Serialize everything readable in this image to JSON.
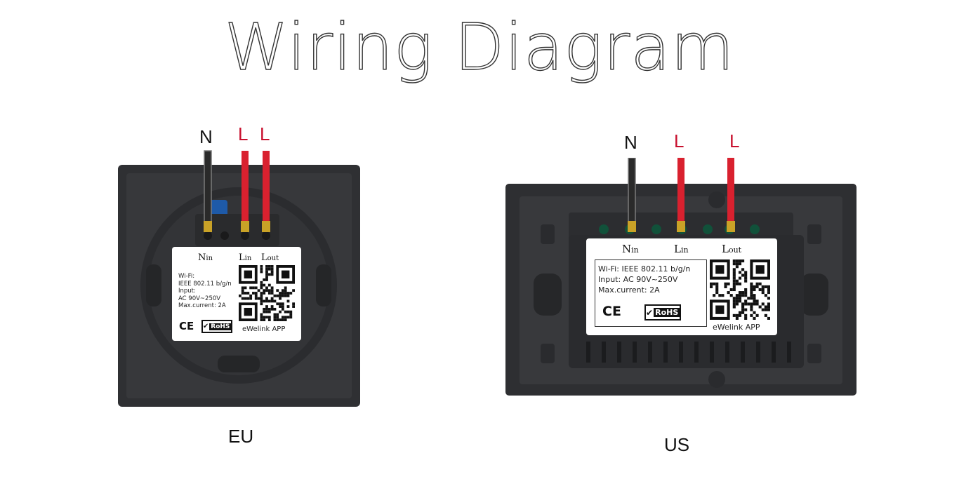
{
  "title": "Wiring Diagram",
  "colors": {
    "neutral_wire": "#2a2a2a",
    "live_wire": "#d9212f",
    "label_red": "#c8102e",
    "panel_dark": "#2f3033",
    "panel_darker": "#1f2022"
  },
  "eu": {
    "region": "EU",
    "wire_labels": [
      "N",
      "L",
      "L"
    ],
    "terminal_labels": [
      {
        "main": "N",
        "sub": "in"
      },
      {
        "main": "L",
        "sub": "in"
      },
      {
        "main": "L",
        "sub": "out"
      }
    ],
    "spec_lines": [
      "Wi-Fi:",
      "IEEE 802.11 b/g/n",
      "Input:",
      "AC 90V~250V",
      "Max.current: 2A"
    ],
    "ce_mark": "CE",
    "rohs_mark": "RoHS",
    "app_label": "eWelink APP"
  },
  "us": {
    "region": "US",
    "wire_labels": [
      "N",
      "L",
      "L"
    ],
    "terminal_labels": [
      {
        "main": "N",
        "sub": "in"
      },
      {
        "main": "L",
        "sub": "in"
      },
      {
        "main": "L",
        "sub": "out"
      }
    ],
    "spec_lines": [
      "Wi-Fi: IEEE 802.11 b/g/n",
      "Input: AC 90V~250V",
      "Max.current: 2A"
    ],
    "ce_mark": "CE",
    "rohs_mark": "RoHS",
    "app_label": "eWelink APP"
  }
}
